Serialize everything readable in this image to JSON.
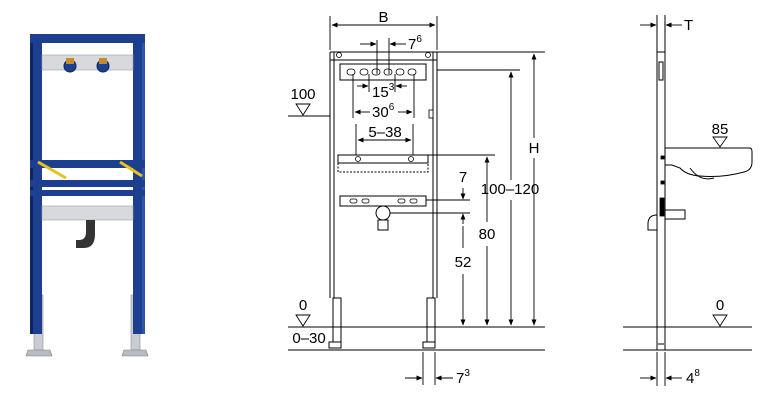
{
  "colors": {
    "frame_blue": "#1d3f8f",
    "frame_dark": "#0f2460",
    "metal": "#c9ccd1",
    "yellow": "#e8c21a",
    "line": "#000000"
  },
  "front": {
    "width_label": "B",
    "tap_spacing": {
      "base": "7",
      "sup": "6"
    },
    "spacing_15": {
      "base": "15",
      "sup": "3"
    },
    "spacing_30": {
      "base": "30",
      "sup": "6"
    },
    "spacing_5_38": "5–38",
    "height_label": "H",
    "level_100": "100",
    "level_0": "0",
    "adjust_0_30": "0–30",
    "dim_7": "7",
    "dim_52": "52",
    "dim_80": "80",
    "dim_100_120": "100–120",
    "foot_width": {
      "base": "7",
      "sup": "3"
    }
  },
  "side": {
    "depth_label": "T",
    "basin_height": "85",
    "level_0": "0",
    "foot_depth": {
      "base": "4",
      "sup": "8"
    }
  }
}
